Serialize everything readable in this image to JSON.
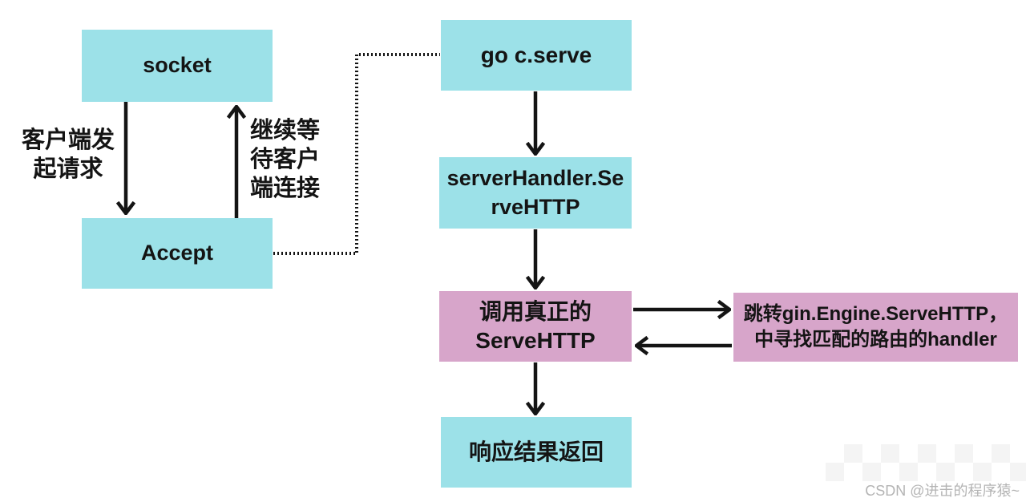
{
  "diagram": {
    "title_hint": "Go HTTP server request handling flowchart",
    "nodes": {
      "socket": {
        "label": "socket"
      },
      "accept": {
        "label": "Accept"
      },
      "go_c_serve": {
        "label": "go c.serve"
      },
      "serverhandler": {
        "label": "serverHandler.ServeHTTP"
      },
      "call_real": {
        "label": "调用真正的\nServeHTTP"
      },
      "response": {
        "label": "响应结果返回"
      },
      "gin_engine": {
        "label": "跳转gin.Engine.ServeHTTP，\n中寻找匹配的路由的handler"
      }
    },
    "edge_labels": {
      "client_request": "客户端发\n起请求",
      "keep_waiting": "继续等\n待客户\n端连接"
    },
    "edges": [
      {
        "from": "socket",
        "to": "accept",
        "style": "solid-arrow-down",
        "label": "客户端发起请求"
      },
      {
        "from": "accept",
        "to": "socket",
        "style": "solid-arrow-up",
        "label": "继续等待客户端连接"
      },
      {
        "from": "accept",
        "to": "go_c_serve",
        "style": "dotted-elbow",
        "label": ""
      },
      {
        "from": "go_c_serve",
        "to": "serverhandler",
        "style": "solid-arrow-down",
        "label": ""
      },
      {
        "from": "serverhandler",
        "to": "call_real",
        "style": "solid-arrow-down",
        "label": ""
      },
      {
        "from": "call_real",
        "to": "gin_engine",
        "style": "solid-arrow-right",
        "label": ""
      },
      {
        "from": "gin_engine",
        "to": "call_real",
        "style": "solid-arrow-left",
        "label": ""
      },
      {
        "from": "call_real",
        "to": "response",
        "style": "solid-arrow-down",
        "label": ""
      }
    ],
    "colors": {
      "cyan_node": "#9ce1e8",
      "pink_node": "#d7a5ca",
      "line": "#141414",
      "text": "#141414",
      "watermark_text": "#b4b4b4",
      "watermark_mosaic": "#f3f3f3",
      "background": "#ffffff"
    }
  },
  "watermark": {
    "text": "CSDN @进击的程序猿~"
  }
}
